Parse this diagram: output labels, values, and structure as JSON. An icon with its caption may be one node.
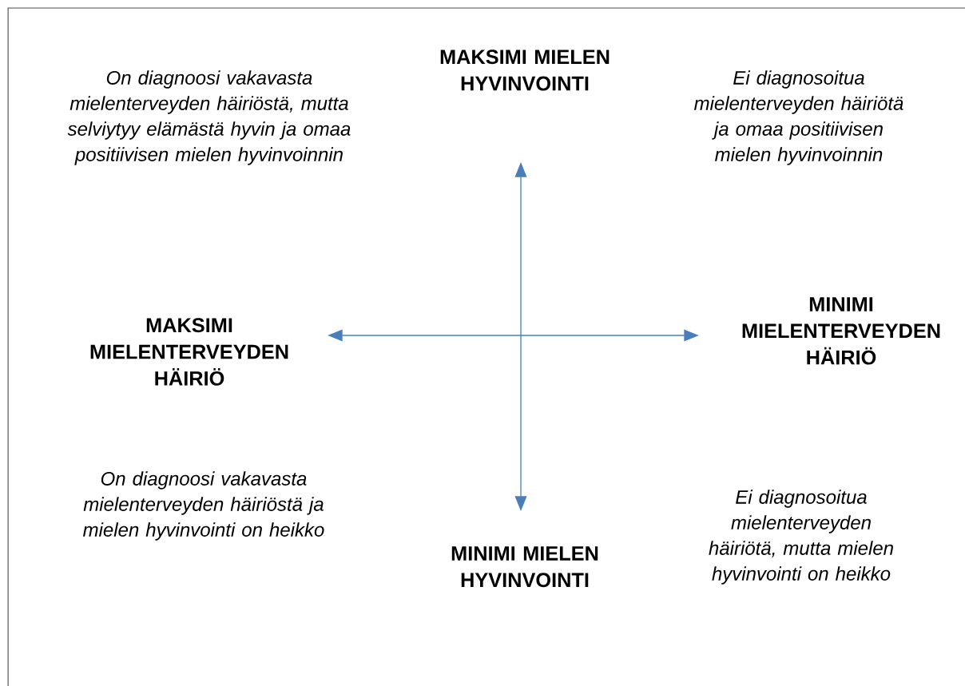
{
  "diagram": {
    "labels": [
      "On diagnoosi vakavasta mielenterveyden häiriöstä, mutta selviytyy elämästä hyvin ja omaa positiivisen mielen hyvinvoinnin",
      "MAKSIMI MIELEN HYVINVOINTI",
      "Ei diagnosoitua mielenterveyden häiriötä ja omaa positiivisen mielen hyvinvoinnin",
      "MAKSIMI MIELENTERVEYDEN HÄIRIÖ",
      "MINIMI MIELENTERVEYDEN HÄIRIÖ",
      "On diagnoosi vakavasta mielenterveyden häiriöstä ja mielen hyvinvointi on heikko",
      "MINIMI MIELEN HYVINVOINTI",
      "Ei diagnosoitua mielenterveyden häiriötä, mutta mielen hyvinvointi on heikko"
    ]
  }
}
